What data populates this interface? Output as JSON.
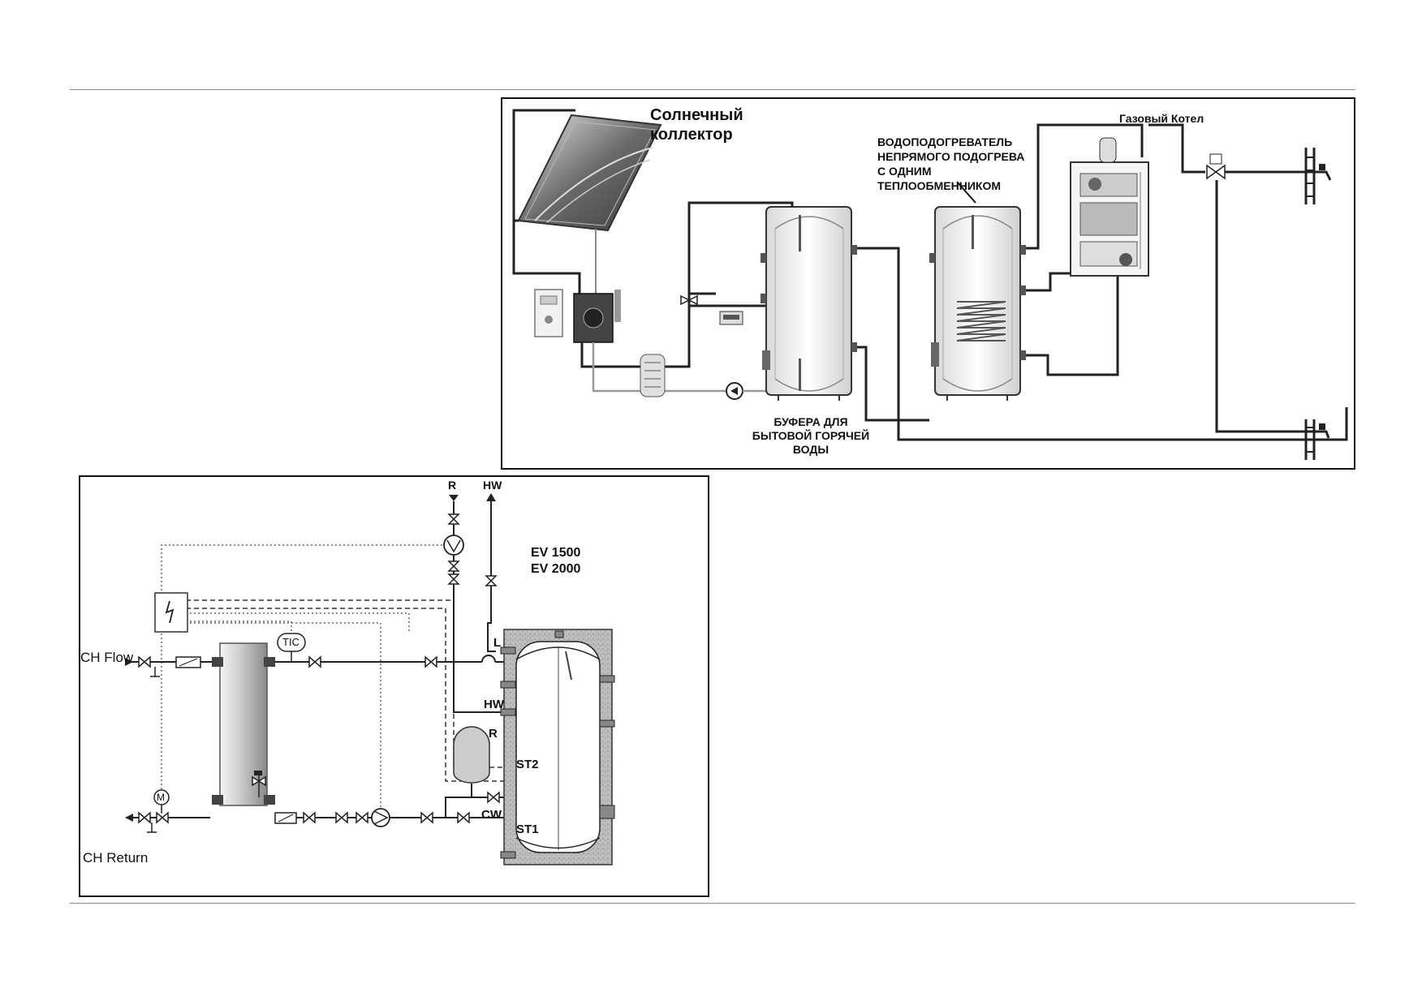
{
  "top_diagram": {
    "solar_collector_label": [
      "Солнечный",
      "коллектор"
    ],
    "gas_boiler_label": "Газовый Котел",
    "indirect_heater_label": [
      "ВОДОПОДОГРЕВАТЕЛЬ",
      "НЕПРЯМОГО ПОДОГРЕВА",
      "С ОДНИМ",
      "ТЕПЛООБМЕННИКОМ"
    ],
    "buffer_label": [
      "БУФЕРА ДЛЯ",
      "БЫТОВОЙ ГОРЯЧЕЙ",
      "ВОДЫ"
    ]
  },
  "bottom_diagram": {
    "model_label": [
      "EV 1500",
      "EV 2000"
    ],
    "ch_flow": "CH Flow",
    "ch_return": "CH Return",
    "tic": "TIC",
    "motor": "M",
    "r_top": "R",
    "hw_top": "HW",
    "l_port": "L",
    "hw_port": "HW",
    "r_port": "R",
    "st2": "ST2",
    "st1": "ST1",
    "cw": "CW"
  }
}
